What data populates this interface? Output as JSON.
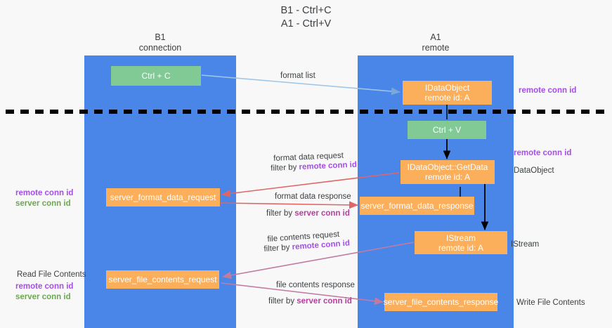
{
  "diagram": {
    "title_line1": "B1 - Ctrl+C",
    "title_line2": "A1 - Ctrl+V",
    "colors": {
      "lane": "#4a86e8",
      "green_node": "#81c995",
      "orange_node": "#fbaf5a",
      "remote_conn_id": "#a64ceb",
      "server_conn_id": "#6aa84f",
      "server_conn_id_label": "#b5409e",
      "arrow_blue": "#9fc5e8",
      "arrow_red": "#e06666",
      "arrow_purple": "#c27ba0",
      "arrow_black": "#000000",
      "divider": "#000000",
      "background": "#f8f8f8"
    },
    "lanes": [
      {
        "name": "B1",
        "sub": "connection"
      },
      {
        "name": "A1",
        "sub": "remote"
      }
    ],
    "nodes": {
      "ctrl_c": {
        "label": "Ctrl + C"
      },
      "idataobject": {
        "label": "IDataObject",
        "sub": "remote id: A"
      },
      "ctrl_v": {
        "label": "Ctrl + V"
      },
      "getdata": {
        "label": "IDataObject::GetData",
        "sub": "remote id: A"
      },
      "server_format_data_request": {
        "label": "server_format_data_request"
      },
      "server_format_data_response": {
        "label": "server_format_data_response"
      },
      "istream": {
        "label": "IStream",
        "sub": "remote id: A"
      },
      "server_file_contents_request": {
        "label": "server_file_contents_request"
      },
      "server_file_contents_response": {
        "label": "server_file_contents_response"
      }
    },
    "edge_labels": {
      "format_list": "format list",
      "format_data_request": "format data request",
      "format_data_request_filter_prefix": "filter by ",
      "format_data_request_filter_key": "remote conn id",
      "format_data_response": "format data response",
      "format_data_response_filter_prefix": "filter by ",
      "format_data_response_filter_key": "server conn id",
      "file_contents_request": "file contents request",
      "file_contents_request_filter_prefix": "filter by ",
      "file_contents_request_filter_key": "remote conn id",
      "file_contents_response": "file contents response",
      "file_contents_response_filter_prefix": "filter by ",
      "file_contents_response_filter_key": "server conn id"
    },
    "annotations": {
      "top_right_remote_conn_id": "remote conn id",
      "mid_right_remote_conn_id": "remote conn id",
      "dataobject": "DataObject",
      "istream": "IStream",
      "write_file_contents": "Write File Contents",
      "left_mid_remote_conn_id": "remote conn id",
      "left_mid_server_conn_id": "server conn id",
      "read_file_contents": "Read File Contents",
      "left_bot_remote_conn_id": "remote conn id",
      "left_bot_server_conn_id": "server conn id"
    }
  }
}
